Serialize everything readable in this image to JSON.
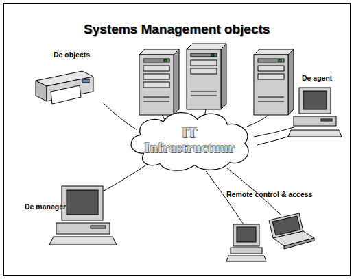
{
  "diagram": {
    "title": "Systems Management objects",
    "nodes": [
      {
        "text": [
          "IT Infrastructuur"
        ]
      }
    ],
    "labels": [
      "De objects",
      "De agent",
      "De manager",
      "Remote control & access"
    ]
  }
}
